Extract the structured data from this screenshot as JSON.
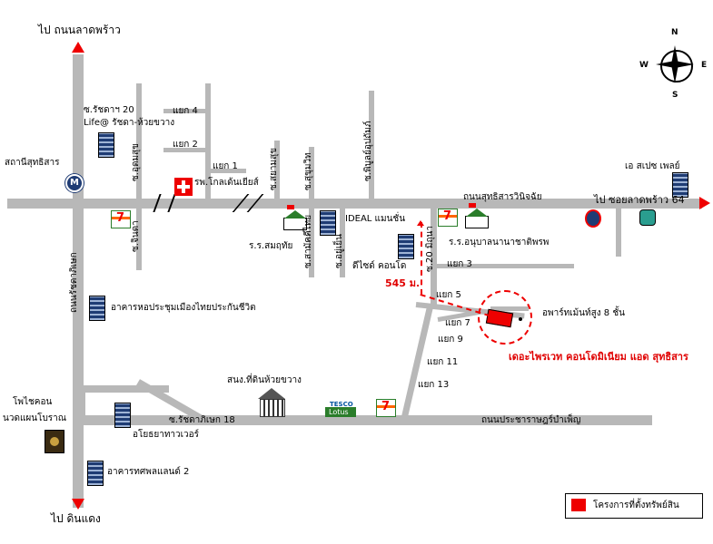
{
  "labels": {
    "north_top": "ไป ถนนลาดพร้าว",
    "south_bottom": "ไป ดินแดง",
    "east_right": "ไป ซอยลาดพร้าว 64",
    "ratchada20": "ซ.รัชดาฯ 20",
    "life": "Life@ รัชดา-ห้วยขวาง",
    "yaek4": "แยก 4",
    "yaek2": "แยก 2",
    "yaek1": "แยก 1",
    "sutthisan_station": "สถานีสุทธิสาร",
    "hospital": "รพ.โกลเด้นเยียส์",
    "expace": "เอ สเปซ เพลย์",
    "sutthisan_road": "ถนนสุทธิสารวินิจฉัย",
    "ideal": "IDEAL แมนชั่น",
    "school_somruetai": "ร.ร.สมฤทัย",
    "school_anuban": "ร.ร.อนุบาลนานาชาติพรพ",
    "dcondo": "ดีไซด์ คอนโด",
    "yaek3": "แยก 3",
    "dist": "545 ม.",
    "yaek5": "แยก 5",
    "yaek7": "แยก 7",
    "yaek9": "แยก 9",
    "yaek11": "แยก 11",
    "yaek13": "แยก 13",
    "apartment": "อพาร์ทเม้นท์สูง 8 ชั้น",
    "project_name": "เดอะไพรเวท คอนโดมิเนียม แอด สุทธิสาร",
    "ratchada_road": "ถนนรัชดาภิเษก",
    "thai_insurance": "อาคารหอประชุมเมืองไทยประกันชีวิต",
    "phochon": "โพไชคอน",
    "massage": "นวดแผนโบราณ",
    "land_office": "สนง.ที่ดินห้วยขวาง",
    "ratchada18": "ซ.รัชดาภิเษก 18",
    "ayutthaya_tower": "อโยธยาทาวเวอร์",
    "pracharat_road": "ถนนประชาราษฎร์บำเพ็ญ",
    "tosapol": "อาคารทศพลแลนด์ 2",
    "tesco": "TESCO",
    "lotus": "Lotus",
    "legend": "โครงการที่ตั้งทรัพย์สิน",
    "soi_udomsuk": "ซ.อุดมสุข",
    "soi_chinda": "ซ.จินดา",
    "soi_sayam": "ซ.สยามสุข",
    "soi_sukhumvit": "ซ.สุขุมวิท",
    "soi_samakkhi": "ซ.สามัคคีไทย",
    "soi_yuphum": "ซ.อยู่เย็น",
    "soi_phiboon": "ซ.พิบูลย์อุปถัมภ์",
    "soi20": "ซ.20 มิถุนา",
    "compass_n": "N",
    "compass_s": "S",
    "compass_e": "E",
    "compass_w": "W",
    "mrt": "M"
  },
  "colors": {
    "road": "#b8b8b8",
    "accent_red": "#e00000",
    "building_blue": "#1f3c74"
  }
}
